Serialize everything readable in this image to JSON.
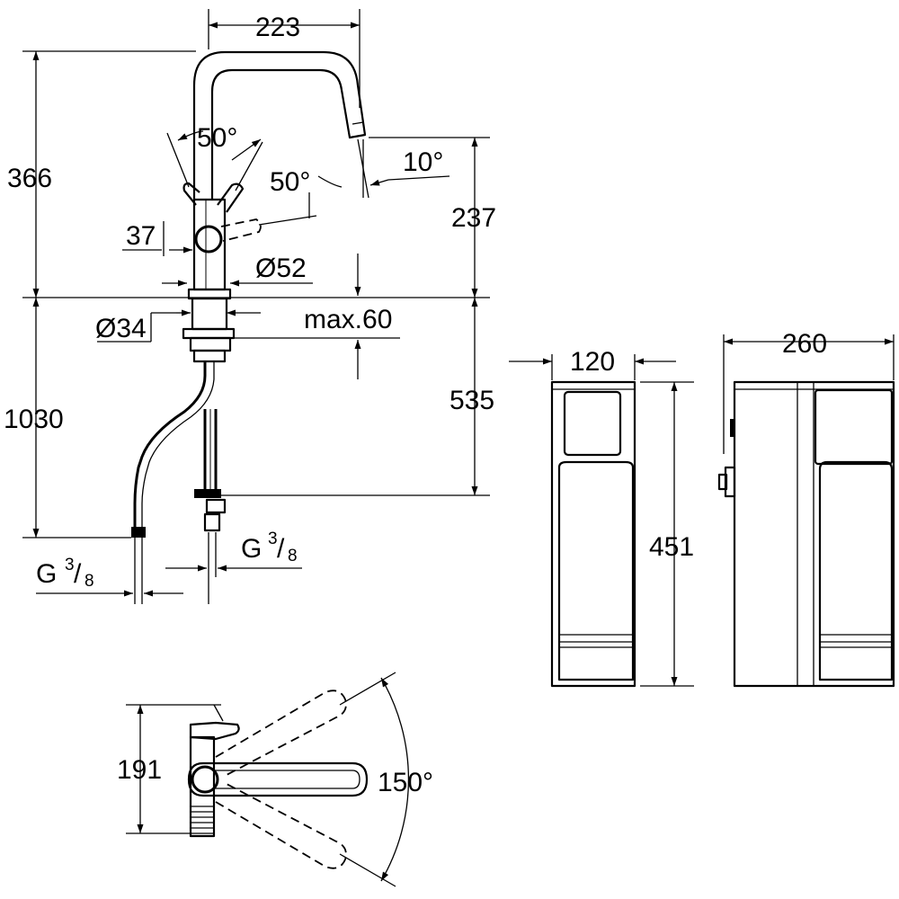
{
  "dimensions": {
    "spout_reach": "223",
    "height_total": "366",
    "lever_angle_left": "50°",
    "lever_angle_right": "50°",
    "spout_tilt": "10°",
    "handle_offset": "37",
    "body_diameter": "Ø52",
    "spout_height": "237",
    "shank_diameter": "Ø34",
    "max_counter_thickness": "max.60",
    "below_counter": "535",
    "hose_length": "1030",
    "connection": "G",
    "connection_fraction_num": "3",
    "connection_fraction_den": "8",
    "filter_width": "120",
    "filter_height": "451",
    "chiller_width": "260",
    "top_view_depth": "191",
    "swivel_angle": "150°"
  }
}
